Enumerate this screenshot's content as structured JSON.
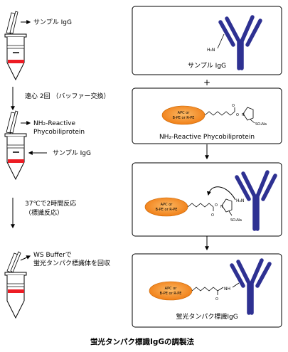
{
  "left_steps": {
    "step1_label": "サンプル IgG",
    "arrow1_line1": "遠心 2回 （バッファー交換）",
    "step2_line1": "NH₂-Reactive",
    "step2_line2": "Phycobiliprotein",
    "step2_side_label": "サンプル IgG",
    "arrow2_line1": "37℃で2時間反応",
    "arrow2_line2": "（標識反応）",
    "step3_line1": "WS Bufferで",
    "step3_line2": "蛍光タンパク標識体を回収"
  },
  "right_panels": {
    "plus": "+",
    "panel1": {
      "caption": "サンプル IgG",
      "amine": "H₂N"
    },
    "panel2": {
      "caption": "NH₂-Reactive Phycobiliprotein",
      "oval_line1": "APC or",
      "oval_line2": "B-PE or R-PE",
      "so3na": "SO₃Na",
      "n_atom": "N",
      "o_atom": "O"
    },
    "panel3": {
      "oval_line1": "APC or",
      "oval_line2": "B-PE or R-PE",
      "amine": "H₂N",
      "so3na": "SO₃Na",
      "n_atom": "N",
      "o_atom": "O"
    },
    "panel4": {
      "caption": "蛍光タンパク標識IgG",
      "oval_line1": "APC or",
      "oval_line2": "B-PE or R-PE",
      "nh": "NH",
      "o_atom": "O"
    }
  },
  "footer_caption": "蛍光タンパク標識IgGの調製法",
  "colors": {
    "antibody": "#2e3192",
    "oval_fill": "#f7941d",
    "tube_red": "#ed1c24"
  }
}
